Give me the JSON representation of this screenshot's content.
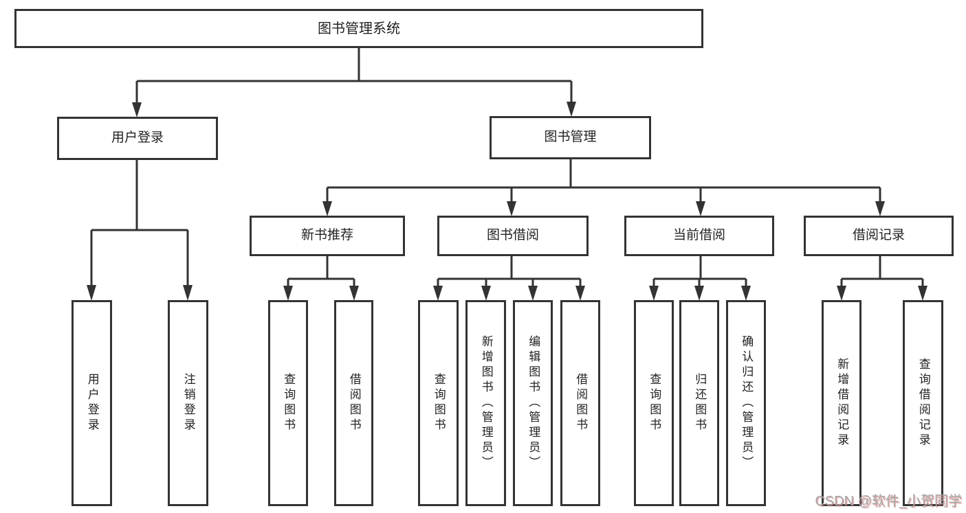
{
  "diagram": {
    "colors": {
      "line": "#333333",
      "box_border": "#333333",
      "text": "#222222",
      "background": "#ffffff",
      "watermark": "#a6a6a6"
    },
    "root": {
      "label": "图书管理系统"
    },
    "branches": [
      {
        "label": "用户登录",
        "children": [
          {
            "label": "用户登录"
          },
          {
            "label": "注销登录"
          }
        ]
      },
      {
        "label": "图书管理",
        "children": [
          {
            "label": "新书推荐",
            "children": [
              {
                "label": "查询图书"
              },
              {
                "label": "借阅图书"
              }
            ]
          },
          {
            "label": "图书借阅",
            "children": [
              {
                "label": "查询图书"
              },
              {
                "label": "新增图书（管理员）"
              },
              {
                "label": "编辑图书（管理员）"
              },
              {
                "label": "借阅图书"
              }
            ]
          },
          {
            "label": "当前借阅",
            "children": [
              {
                "label": "查询图书"
              },
              {
                "label": "归还图书"
              },
              {
                "label": "确认归还（管理员）"
              }
            ]
          },
          {
            "label": "借阅记录",
            "children": [
              {
                "label": "新增借阅记录"
              },
              {
                "label": "查询借阅记录"
              }
            ]
          }
        ]
      }
    ],
    "watermark": "CSDN @软件_小贺同学"
  }
}
